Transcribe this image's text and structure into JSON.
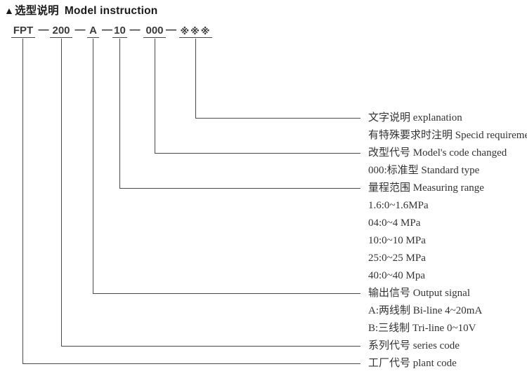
{
  "title": {
    "bullet": "▲",
    "zh": "选型说明",
    "en": "Model instruction"
  },
  "model_code": {
    "separator": "—",
    "segments": [
      "FPT",
      "200",
      "A",
      "10",
      "000",
      "※※※"
    ]
  },
  "legend": {
    "rows": [
      "文字说明 explanation",
      "有特殊要求时注明 Specid requirement",
      "改型代号 Model's code changed",
      "000:标准型 Standard type",
      "量程范围 Measuring range",
      "1.6:0~1.6MPa",
      "04:0~4 MPa",
      "10:0~10 MPa",
      "25:0~25 MPa",
      "40:0~40 Mpa",
      "输出信号 Output signal",
      "A:两线制 Bi-line 4~20mA",
      "B:三线制 Tri-line 0~10V",
      "系列代号 series code",
      "工厂代号 plant code"
    ]
  },
  "colors": {
    "line": "#4a4a4a",
    "text": "#333333",
    "title": "#1a1a1a"
  }
}
